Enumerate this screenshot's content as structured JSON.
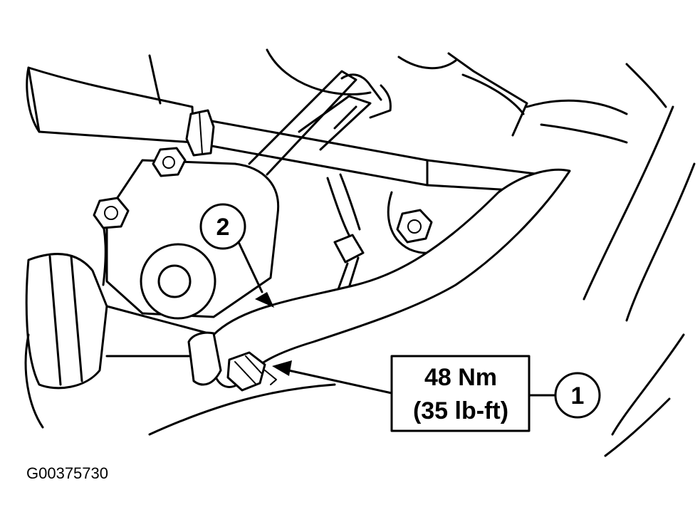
{
  "callouts": {
    "one": "1",
    "two": "2"
  },
  "torque_spec": {
    "metric": "48 Nm",
    "imperial": "(35 lb-ft)"
  },
  "figure_id": "G00375730"
}
